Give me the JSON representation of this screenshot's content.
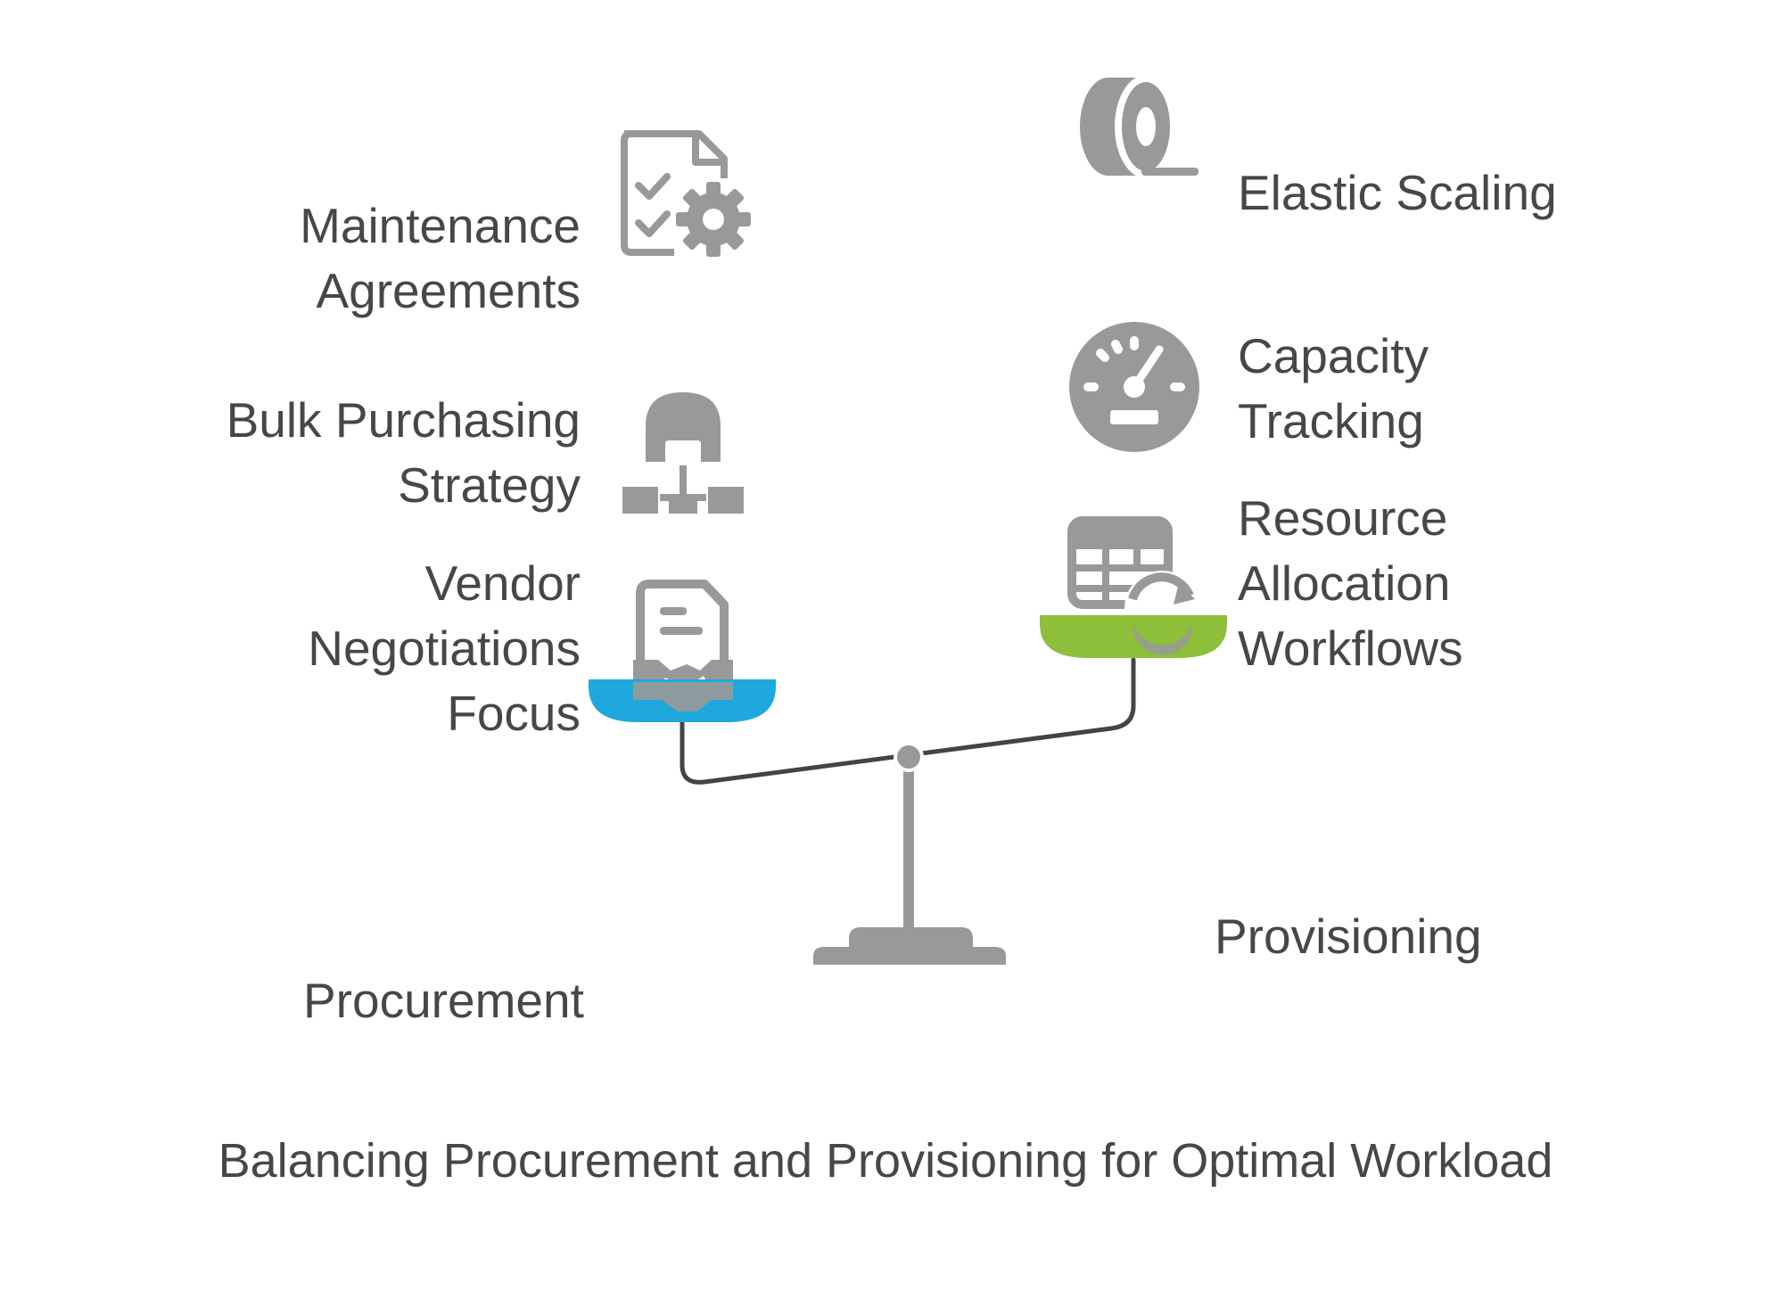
{
  "title": "Balancing Procurement and Provisioning for Optimal Workload",
  "colors": {
    "text": "#474747",
    "icon": "#999999",
    "beam": "#444444",
    "pan_left": "#1EA8DD",
    "pan_right": "#8DBF3A",
    "stand": "#999999"
  },
  "left_side": {
    "label": "Procurement",
    "items": [
      {
        "lines": [
          "Maintenance",
          "Agreements"
        ],
        "icon": "checklist-gear-icon"
      },
      {
        "lines": [
          "Bulk Purchasing",
          "Strategy"
        ],
        "icon": "warehouse-hierarchy-icon"
      },
      {
        "lines": [
          "Vendor",
          "Negotiations",
          "Focus"
        ],
        "icon": "contract-handshake-icon"
      }
    ]
  },
  "right_side": {
    "label": "Provisioning",
    "items": [
      {
        "lines": [
          "Elastic Scaling"
        ],
        "icon": "tape-roll-icon"
      },
      {
        "lines": [
          "Capacity",
          "Tracking"
        ],
        "icon": "speedometer-icon"
      },
      {
        "lines": [
          "Resource",
          "Allocation",
          "Workflows"
        ],
        "icon": "table-refresh-icon"
      }
    ]
  }
}
